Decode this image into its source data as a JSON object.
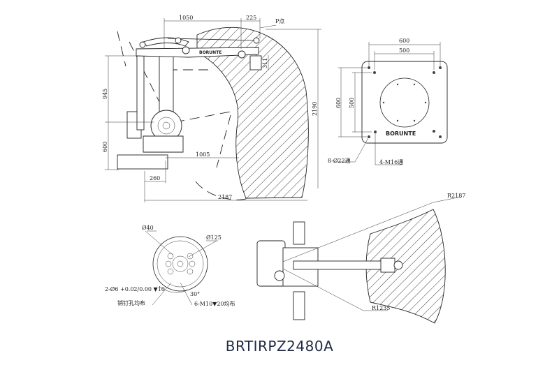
{
  "title": "BRTIRPZ2480A",
  "side_view": {
    "brand": "BORUNTE",
    "dims": {
      "arm_reach": "1050",
      "wrist_offset": "225",
      "p_point": "P点",
      "upper_height": "945",
      "base_height": "600",
      "total_height": "2190",
      "inner_radius": "1005",
      "base_offset": "260",
      "total_reach": "2187",
      "flange_drop": "311"
    }
  },
  "top_view": {
    "brand": "BORUNTE",
    "dims": {
      "outer_width": "600",
      "inner_width": "500",
      "outer_depth": "600",
      "inner_depth": "500",
      "through_holes": "8-Ø22通",
      "thread_holes": "4-M16通"
    }
  },
  "flange_view": {
    "labels": {
      "inner_dia": "Ø40",
      "outer_dia": "Ø125",
      "pin_holes": "2-Ø6 +0.02/0.00 ▼10",
      "pin_note": "销钉孔均布",
      "angle": "30°",
      "screw_holes": "6-M10▼20均布"
    }
  },
  "plan_view": {
    "outer_radius": "R2187",
    "inner_radius": "R1235"
  }
}
